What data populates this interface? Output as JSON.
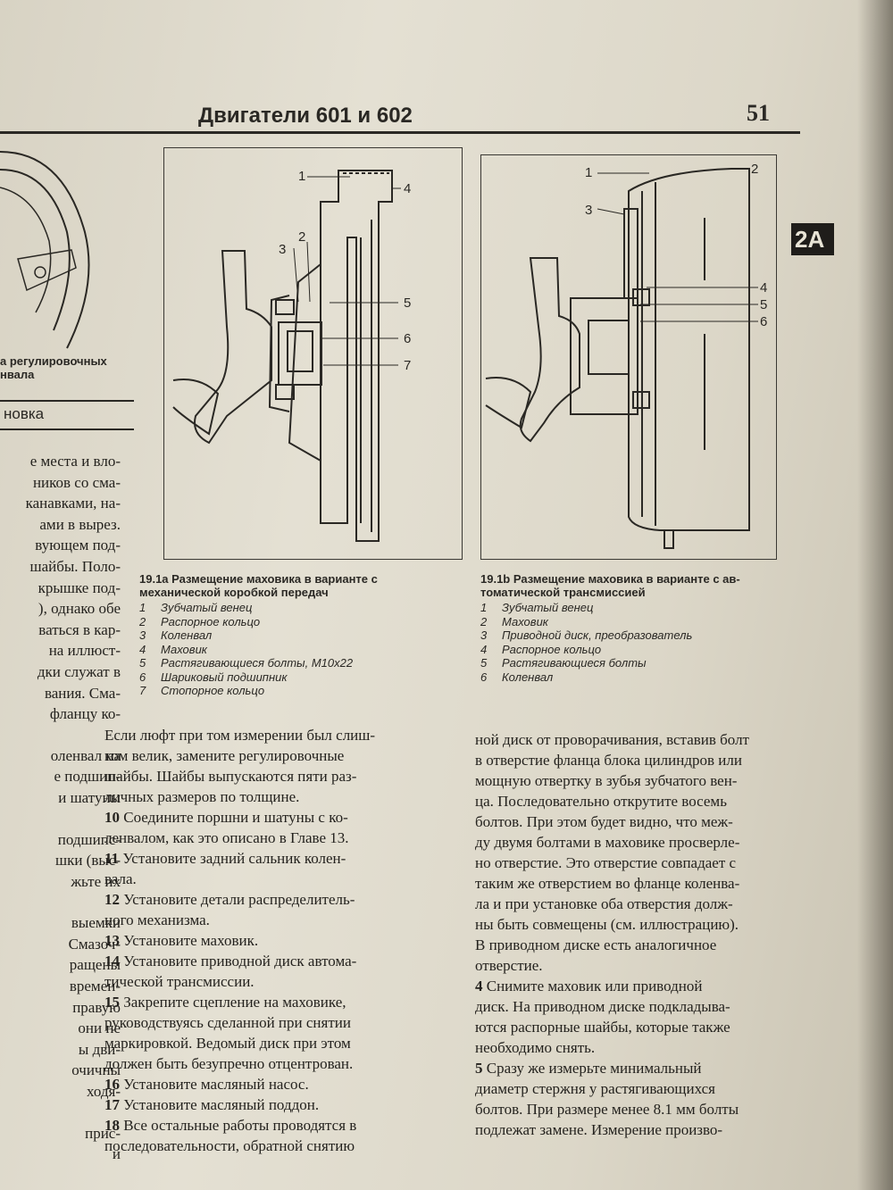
{
  "header": {
    "title": "Двигатели 601 и 602",
    "page_number": "51",
    "chapter_tab": "2A"
  },
  "left_fragment": {
    "caption_lines": [
      "а регулировочных",
      "нвала"
    ],
    "section_label": "новка",
    "lines": [
      "е места и вло-",
      "ников со сма-",
      "канавками, на-",
      "ами в вырез.",
      "вующем под-",
      "шайбы. Поло-",
      "крышке под-",
      "), однако обе",
      "ваться в кар-",
      "на иллюст-",
      "дки служат в",
      "вания. Сма-",
      "фланцу ко-",
      "",
      "оленвал на",
      "е подшип-",
      "и шатуны",
      "",
      "подшипс-",
      "шки (выс-",
      "жьте их",
      "",
      "выемки",
      "Смазоч-",
      "ращены",
      "времен-",
      "правую",
      "они не",
      "ы дви-",
      "очичны",
      "ходя-",
      "",
      "прис-",
      "и"
    ]
  },
  "figure_a": {
    "callouts": [
      "1",
      "2",
      "3",
      "4",
      "5",
      "6",
      "7"
    ],
    "caption_title": [
      "19.1a Размещение маховика в варианте с",
      "механической коробкой передач"
    ],
    "items": [
      {
        "n": "1",
        "text": "Зубчатый венец"
      },
      {
        "n": "2",
        "text": "Распорное кольцо"
      },
      {
        "n": "3",
        "text": "Коленвал"
      },
      {
        "n": "4",
        "text": "Маховик"
      },
      {
        "n": "5",
        "text": "Растягивающиеся болты, М10x22"
      },
      {
        "n": "6",
        "text": "Шариковый подшипник"
      },
      {
        "n": "7",
        "text": "Стопорное кольцо"
      }
    ]
  },
  "figure_b": {
    "callouts": [
      "1",
      "2",
      "3",
      "4",
      "5",
      "6"
    ],
    "caption_title": [
      "19.1b Размещение маховика в варианте с ав-",
      "томатической трансмиссией"
    ],
    "items": [
      {
        "n": "1",
        "text": "Зубчатый венец"
      },
      {
        "n": "2",
        "text": "Маховик"
      },
      {
        "n": "3",
        "text": "Приводной диск, преобразователь"
      },
      {
        "n": "4",
        "text": "Распорное кольцо"
      },
      {
        "n": "5",
        "text": "Растягивающиеся болты"
      },
      {
        "n": "6",
        "text": "Коленвал"
      }
    ]
  },
  "middle_column": {
    "lines": [
      {
        "num": "",
        "text": "Если люфт при том измерении был слиш-"
      },
      {
        "num": "",
        "text": "ком велик, замените регулировочные"
      },
      {
        "num": "",
        "text": "шайбы. Шайбы выпускаются пяти раз-"
      },
      {
        "num": "",
        "text": "личных размеров по толщине."
      },
      {
        "num": "10",
        "text": "Соедините поршни и шатуны с ко-"
      },
      {
        "num": "",
        "text": "ленвалом, как это описано в Главе 13."
      },
      {
        "num": "11",
        "text": "Установите задний сальник колен-"
      },
      {
        "num": "",
        "text": "вала."
      },
      {
        "num": "12",
        "text": "Установите детали распределитель-"
      },
      {
        "num": "",
        "text": "ного механизма."
      },
      {
        "num": "13",
        "text": "Установите маховик."
      },
      {
        "num": "14",
        "text": "Установите приводной диск автома-"
      },
      {
        "num": "",
        "text": "тической трансмиссии."
      },
      {
        "num": "15",
        "text": "Закрепите сцепление на маховике,"
      },
      {
        "num": "",
        "text": "руководствуясь сделанной при снятии"
      },
      {
        "num": "",
        "text": "маркировкой. Ведомый диск при этом"
      },
      {
        "num": "",
        "text": "должен быть безупречно отцентрован."
      },
      {
        "num": "16",
        "text": "Установите масляный насос."
      },
      {
        "num": "17",
        "text": "Установите масляный поддон."
      },
      {
        "num": "18",
        "text": "Все остальные работы проводятся в"
      },
      {
        "num": "",
        "text": "последовательности, обратной снятию"
      }
    ]
  },
  "right_column": {
    "lines": [
      {
        "num": "",
        "text": "ной диск от проворачивания, вставив болт"
      },
      {
        "num": "",
        "text": "в отверстие фланца блока цилиндров или"
      },
      {
        "num": "",
        "text": "мощную отвертку в зубья зубчатого вен-"
      },
      {
        "num": "",
        "text": "ца. Последовательно открутите восемь"
      },
      {
        "num": "",
        "text": "болтов. При этом будет видно, что меж-"
      },
      {
        "num": "",
        "text": "ду двумя болтами в маховике просверле-"
      },
      {
        "num": "",
        "text": "но отверстие. Это отверстие совпадает с"
      },
      {
        "num": "",
        "text": "таким же отверстием во фланце коленва-"
      },
      {
        "num": "",
        "text": "ла и при установке оба отверстия долж-"
      },
      {
        "num": "",
        "text": "ны быть совмещены (см. иллюстрацию)."
      },
      {
        "num": "",
        "text": "В приводном диске есть аналогичное"
      },
      {
        "num": "",
        "text": "отверстие."
      },
      {
        "num": "4",
        "text": "Снимите маховик или приводной"
      },
      {
        "num": "",
        "text": "диск. На приводном диске подкладыва-"
      },
      {
        "num": "",
        "text": "ются распорные шайбы, которые также"
      },
      {
        "num": "",
        "text": "необходимо снять."
      },
      {
        "num": "5",
        "text": "Сразу же измерьте минимальный"
      },
      {
        "num": "",
        "text": "диаметр стержня у растягивающихся"
      },
      {
        "num": "",
        "text": "болтов. При размере менее 8.1 мм болты"
      },
      {
        "num": "",
        "text": "подлежат замене. Измерение произво-"
      }
    ]
  }
}
